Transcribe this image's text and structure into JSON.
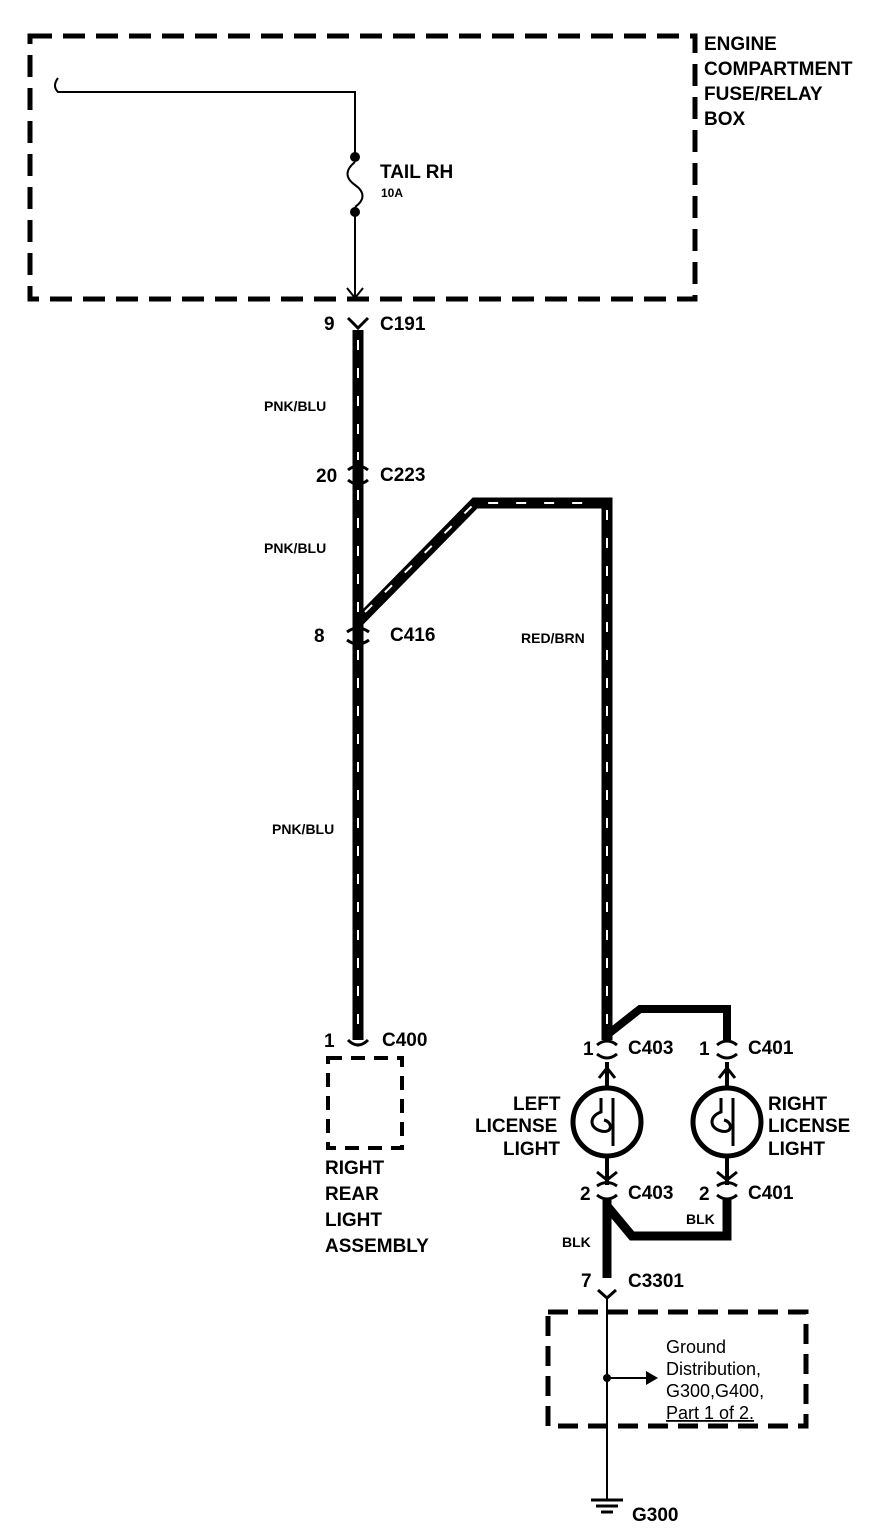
{
  "engine_box": {
    "line1": "ENGINE",
    "line2": "COMPARTMENT",
    "line3": "FUSE/RELAY",
    "line4": "BOX"
  },
  "fuse": {
    "name": "TAIL RH",
    "rating": "10A"
  },
  "connectors": {
    "c191": {
      "pin": "9",
      "name": "C191"
    },
    "c223": {
      "pin": "20",
      "name": "C223"
    },
    "c416": {
      "pin": "8",
      "name": "C416"
    },
    "c400": {
      "pin": "1",
      "name": "C400"
    },
    "c403_top": {
      "pin": "1",
      "name": "C403"
    },
    "c401_top": {
      "pin": "1",
      "name": "C401"
    },
    "c403_bot": {
      "pin": "2",
      "name": "C403"
    },
    "c401_bot": {
      "pin": "2",
      "name": "C401"
    },
    "c3301": {
      "pin": "7",
      "name": "C3301"
    }
  },
  "wires": {
    "w1": "PNK/BLU",
    "w2": "PNK/BLU",
    "w3": "PNK/BLU",
    "w4": "RED/BRN",
    "blk_left": "BLK",
    "blk_right": "BLK"
  },
  "components": {
    "right_rear": {
      "line1": "RIGHT",
      "line2": "REAR",
      "line3": "LIGHT",
      "line4": "ASSEMBLY"
    },
    "left_license": {
      "line1": "LEFT",
      "line2": "LICENSE",
      "line3": "LIGHT"
    },
    "right_license": {
      "line1": "RIGHT",
      "line2": "LICENSE",
      "line3": "LIGHT"
    }
  },
  "ground_dist": {
    "line1": "Ground",
    "line2": "Distribution,",
    "line3": "G300,G400,",
    "line4": "Part 1 of 2."
  },
  "ground": {
    "name": "G300"
  }
}
